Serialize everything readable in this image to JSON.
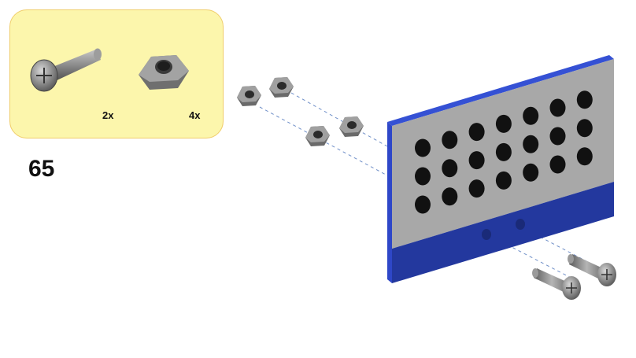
{
  "step_number": "65",
  "parts": [
    {
      "kind": "screw",
      "quantity": "2x",
      "icon": "screw-icon"
    },
    {
      "kind": "nut",
      "quantity": "4x",
      "icon": "hex-nut-icon"
    }
  ],
  "colors": {
    "panel_front": "#a8a8a8",
    "panel_edge": "#2e47c8",
    "panel_strip": "#23389e",
    "hole": "#111111",
    "hardware": "#7d7d7d",
    "guide_line": "#6f8fc8",
    "parts_box_fill": "#fcf6ac",
    "parts_box_border": "#f0cd6a"
  },
  "panel": {
    "hole_rows": 3,
    "hole_columns": 7,
    "strip_holes": 2
  }
}
